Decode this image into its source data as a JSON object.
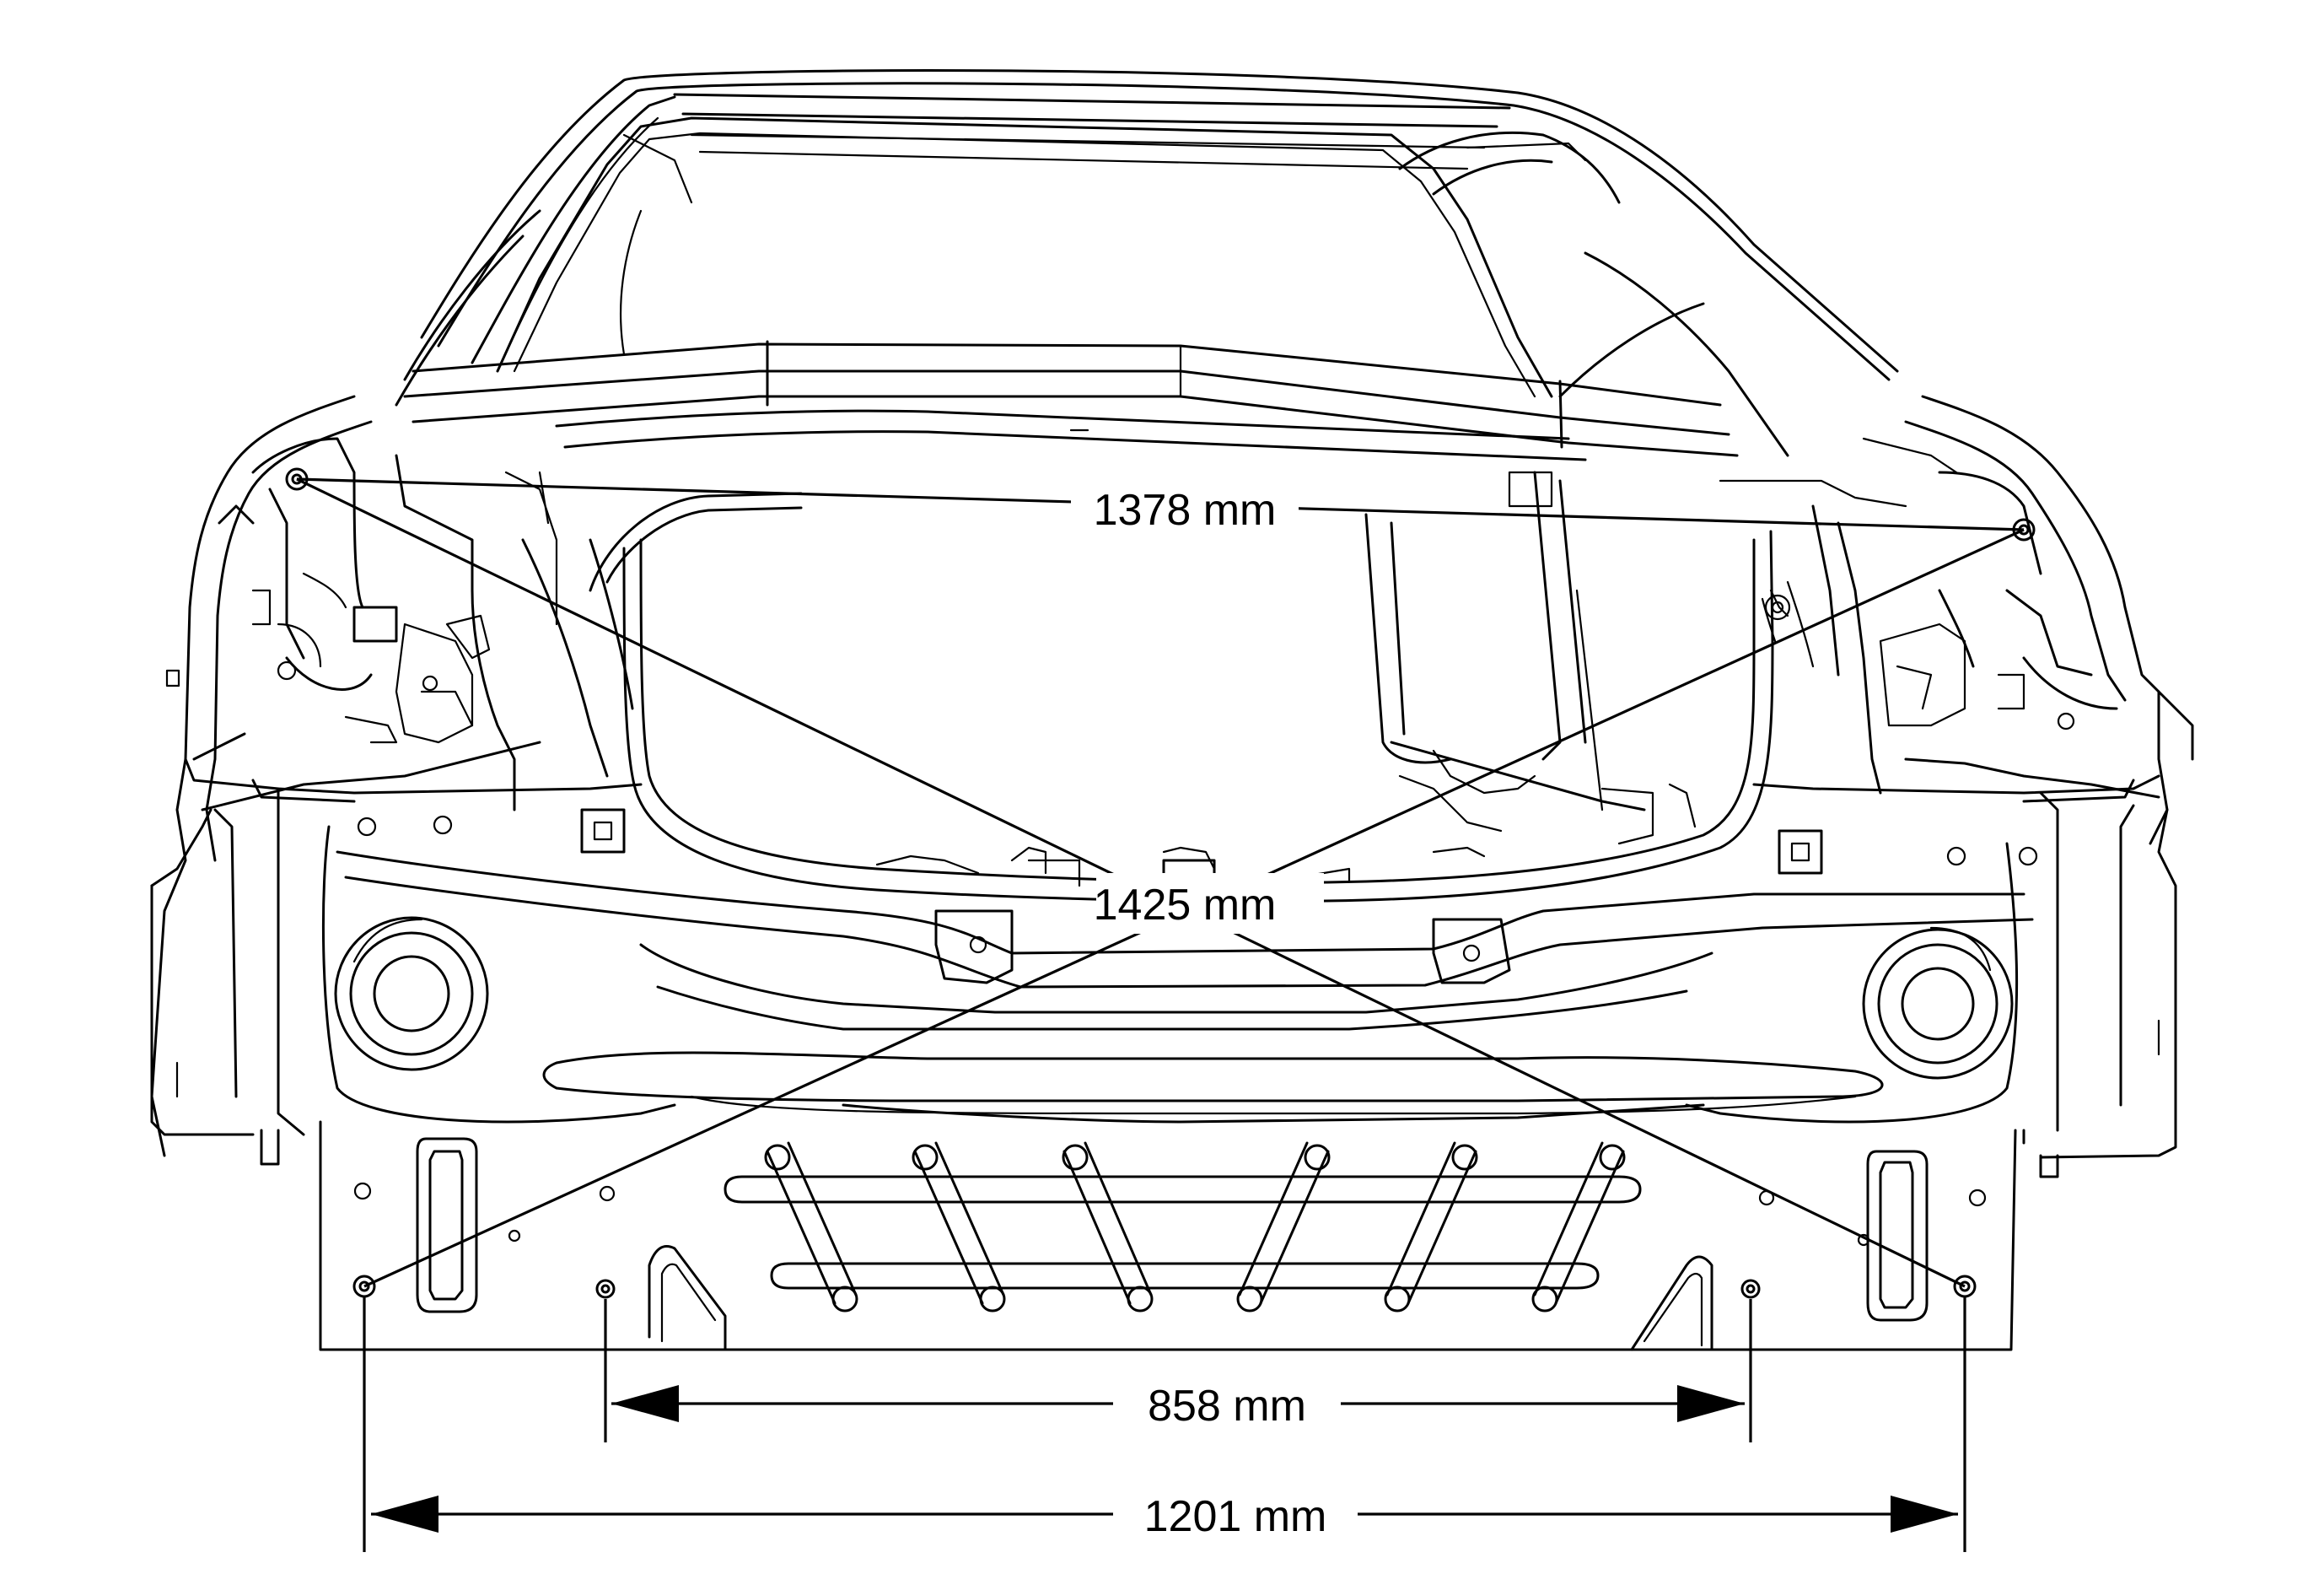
{
  "diagram": {
    "dimensions": {
      "upper_width": "1378 mm",
      "diagonal": "1425 mm",
      "inner_width": "858 mm",
      "lower_width": "1201 mm"
    }
  }
}
